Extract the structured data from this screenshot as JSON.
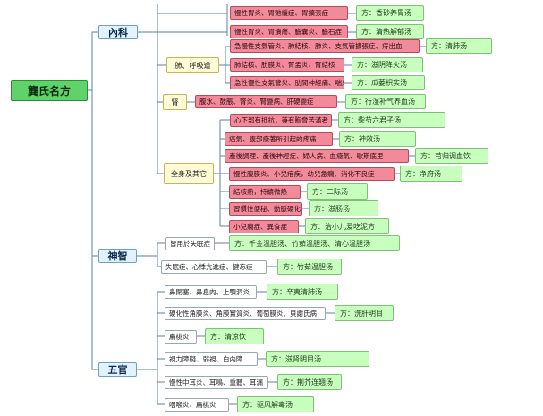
{
  "root": "龔氏名方",
  "categories": {
    "neike": "內科",
    "shenzhi": "神智",
    "wuguan": "五官"
  },
  "subs": {
    "lung": "肺、呼吸道",
    "kidney": "腎",
    "whole": "全身及其它",
    "shenzhi1": "皆用於失眠症",
    "shenzhi2": "失眠症、心悸亢進症、健忘症",
    "wg1": "鼻閉塞、鼻息肉、上顎洞炎",
    "wg2": "硬化性角膜炎、角膜實質炎、葡萄膜炎、貝謝氏病",
    "wg3": "扁桃炎",
    "wg4": "視力障礙、弱視、白內障",
    "wg5": "慢性中耳炎、耳鳴、重聽、耳漏",
    "wg6": "咽喉炎、扁桃炎"
  },
  "leaves": {
    "stomach1": "慢性胃炎、胃弛緩症、胃擴張症",
    "stomach2": "慢性胃炎、胃潰瘍、膽囊炎、膽石症",
    "lung1": "急慢性支氣管炎、肺結核、肺炎、支氣管擴張症、痔出血",
    "lung2": "肺結核、肋膜炎、腎盂炎、腎結核",
    "lung3": "急性慢性支氣管炎、肋間神經痛、喘息",
    "kidney1": "腹水、鼓脹、腎炎、腎變病、肝硬變症",
    "whole1": "心下部有抵抗，兼有胸脅苦滿者",
    "whole2": "癌氣、腹部癥著所引起的疼痛",
    "whole3": "產後調理、產後神經症、婦人病、血癥氣、歇斯底里",
    "whole4": "慢性腹膜炎、小兒疳疾，幼兒急癇、消化不良症",
    "whole5": "結核熱，持續微熱",
    "whole6": "習慣性便秘、動脈硬化症",
    "whole7": "小兒癇症、異食症"
  },
  "rx": {
    "stomach1": "方：香砂养胃汤",
    "stomach2": "方：清热解郁汤",
    "lung1": "方：清肺汤",
    "lung2": "方：滋阴降火汤",
    "lung3": "方：瓜蒌枳实汤",
    "kidney1": "方：行湿补气养血汤",
    "whole1": "方：柴芍六君子汤",
    "whole2": "方：神效汤",
    "whole3": "方：芎归调血饮",
    "whole4": "方：净府汤",
    "whole5": "方：二际汤",
    "whole6": "方：滋肠汤",
    "whole7": "方：治小儿爱吃泥方",
    "shenzhi1": "方：千金温胆汤、竹茹温胆汤、清心温胆汤",
    "shenzhi2": "方：竹茹温胆汤",
    "wg1": "方：辛夷清肺汤",
    "wg2": "方：洗肝明目",
    "wg3": "方：清凉饮",
    "wg4": "方：滋肾明目汤",
    "wg5": "方：荆芥连翘汤",
    "wg6": "方：驱风解毒汤"
  }
}
